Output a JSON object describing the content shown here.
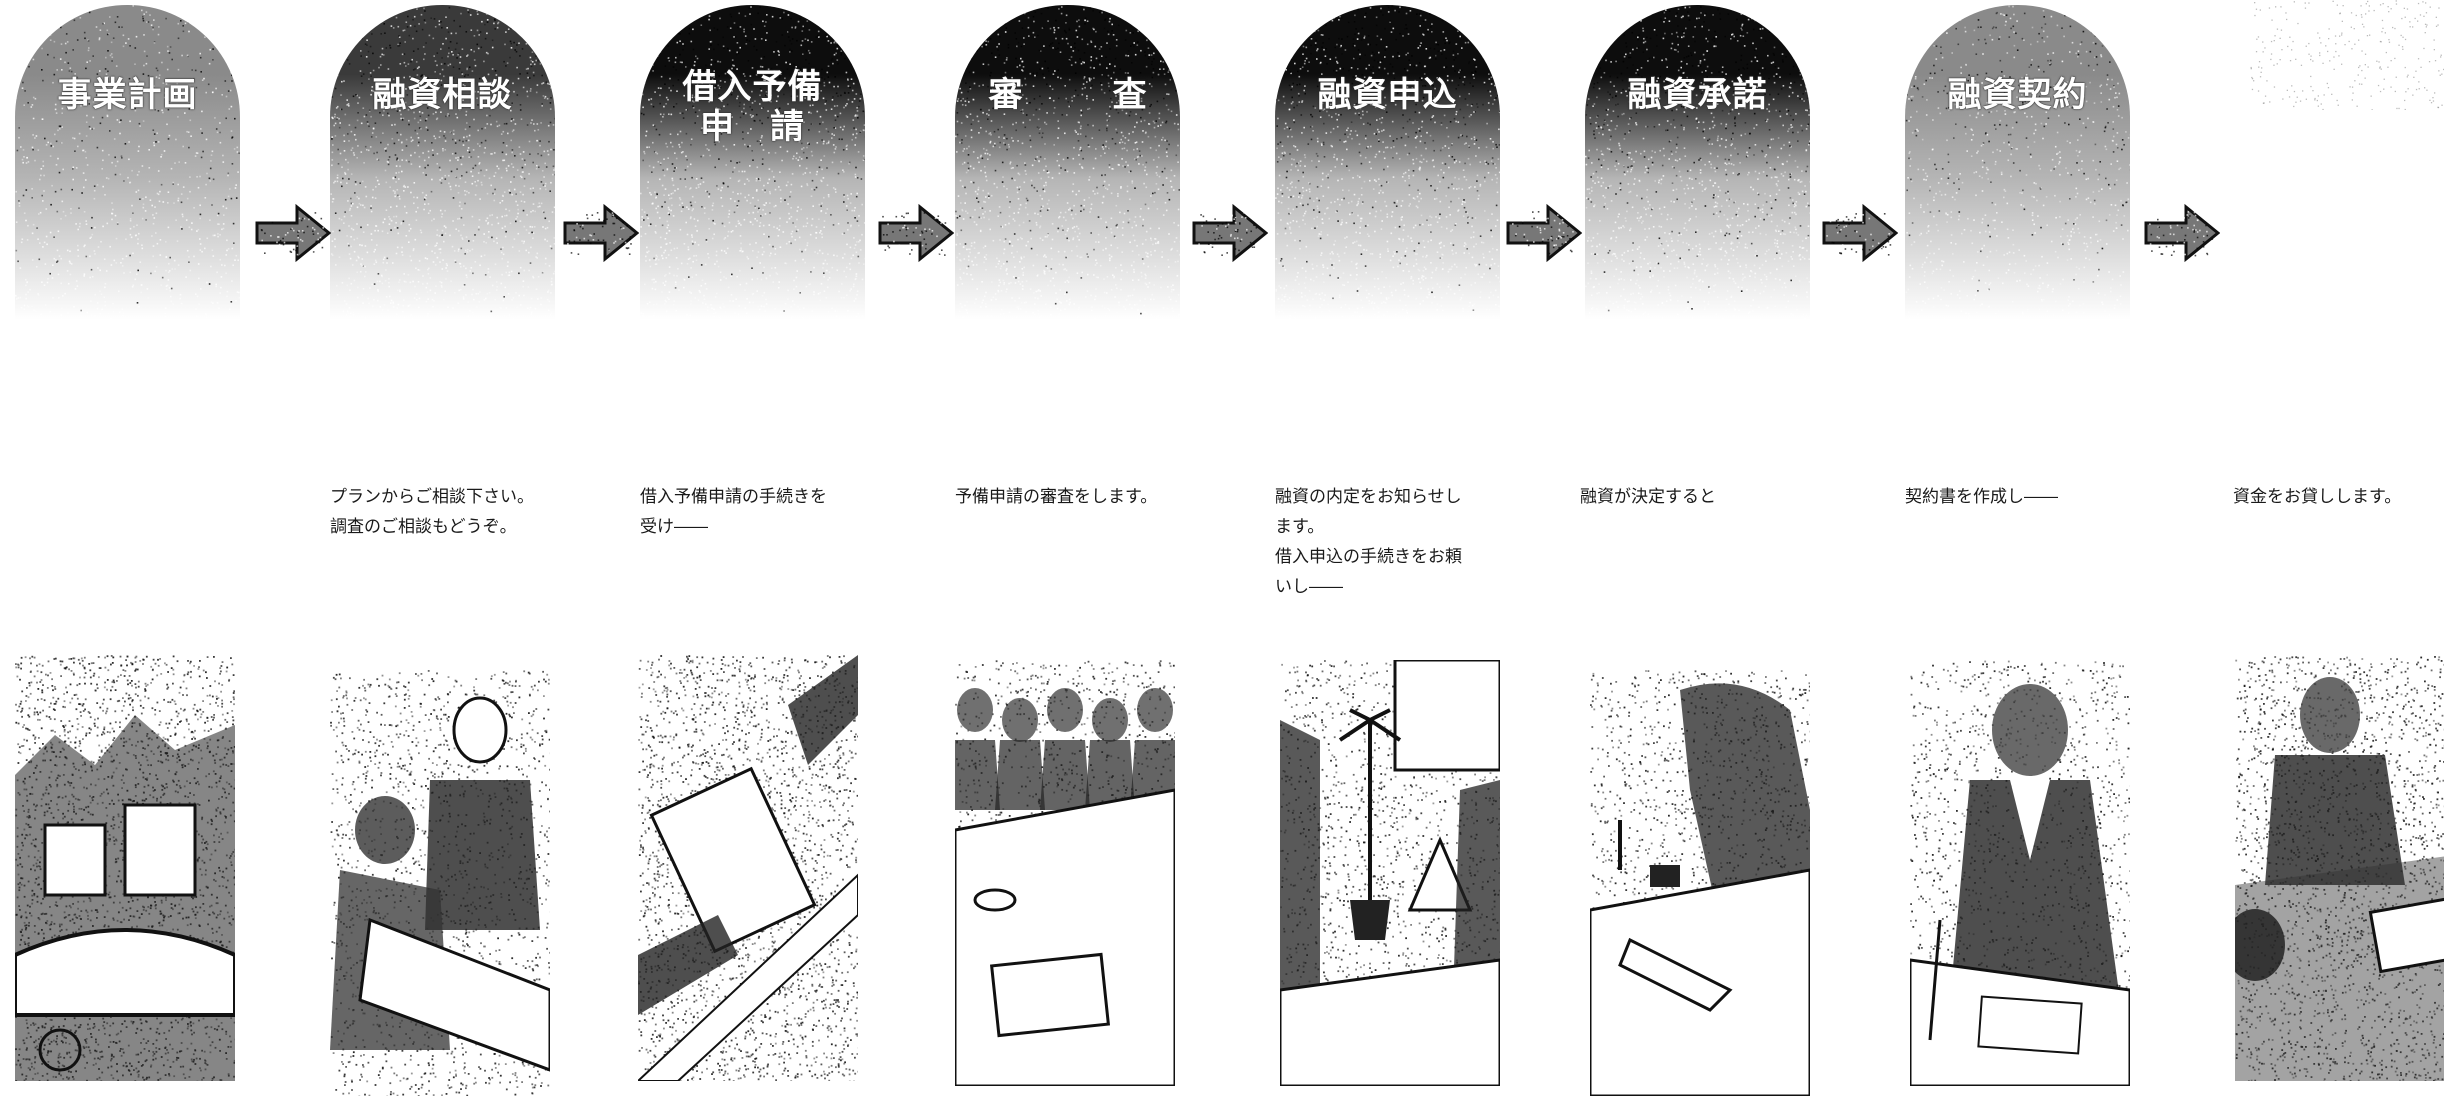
{
  "steps": [
    {
      "title": "事業計画",
      "description": "",
      "tone": "light"
    },
    {
      "title": "融資相談",
      "description": "プランからご相談下さい。\n調査のご相談もどうぞ。",
      "tone": "medium"
    },
    {
      "title": "借入予備\n申　請",
      "description": "借入予備申請の手続きを\n受け――",
      "tone": "dark"
    },
    {
      "title": "審　査",
      "description": "予備申請の審査をします。",
      "tone": "dark"
    },
    {
      "title": "融資申込",
      "description": "融資の内定をお知らせし\nます。\n借入申込の手続きをお頼\nいし――",
      "tone": "dark"
    },
    {
      "title": "融資承諾",
      "description": "融資が決定すると",
      "tone": "dark"
    },
    {
      "title": "融資契約",
      "description": "契約書を作成し――",
      "tone": "light"
    },
    {
      "title": "",
      "description": "資金をお貸しします。",
      "tone": "none"
    }
  ],
  "illustrations": [
    {
      "name": "city-harbor-illustration"
    },
    {
      "name": "consultation-illustration"
    },
    {
      "name": "document-handover-illustration"
    },
    {
      "name": "board-review-illustration"
    },
    {
      "name": "application-desk-illustration"
    },
    {
      "name": "approval-stamp-illustration"
    },
    {
      "name": "contract-signing-illustration"
    },
    {
      "name": "fund-delivery-illustration"
    }
  ],
  "arrow_count": 7,
  "colors": {
    "ink": "#111111",
    "paper": "#ffffff",
    "arch_dark": "#0d0d0d",
    "arch_medium": "#3a3a3a",
    "arch_light": "#8a8a8a"
  }
}
